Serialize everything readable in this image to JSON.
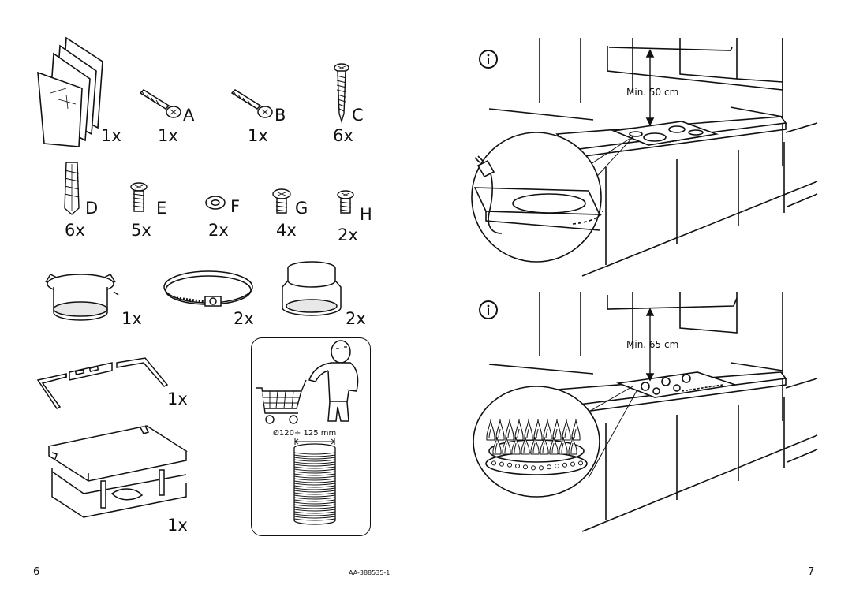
{
  "parts": {
    "manual_qty": "1x",
    "a": {
      "label": "A",
      "qty": "1x"
    },
    "b": {
      "label": "B",
      "qty": "1x"
    },
    "c": {
      "label": "C",
      "qty": "6x"
    },
    "d": {
      "label": "D",
      "qty": "6x"
    },
    "e": {
      "label": "E",
      "qty": "5x"
    },
    "f": {
      "label": "F",
      "qty": "2x"
    },
    "g": {
      "label": "G",
      "qty": "4x"
    },
    "h": {
      "label": "H",
      "qty": "2x"
    },
    "adapter_qty": "1x",
    "clamp_qty": "2x",
    "reducer_qty": "2x",
    "bracket_qty": "1x",
    "shelf_qty": "1x"
  },
  "duct_box": {
    "diameter": "Ø120÷ 125 mm"
  },
  "install": {
    "electric": {
      "info_icon": "i",
      "distance": "Min. 50 cm"
    },
    "gas": {
      "info_icon": "i",
      "distance": "Min. 65 cm"
    }
  },
  "footer": {
    "page_left": "6",
    "doc_code": "AA-388535-1",
    "page_right": "7"
  }
}
